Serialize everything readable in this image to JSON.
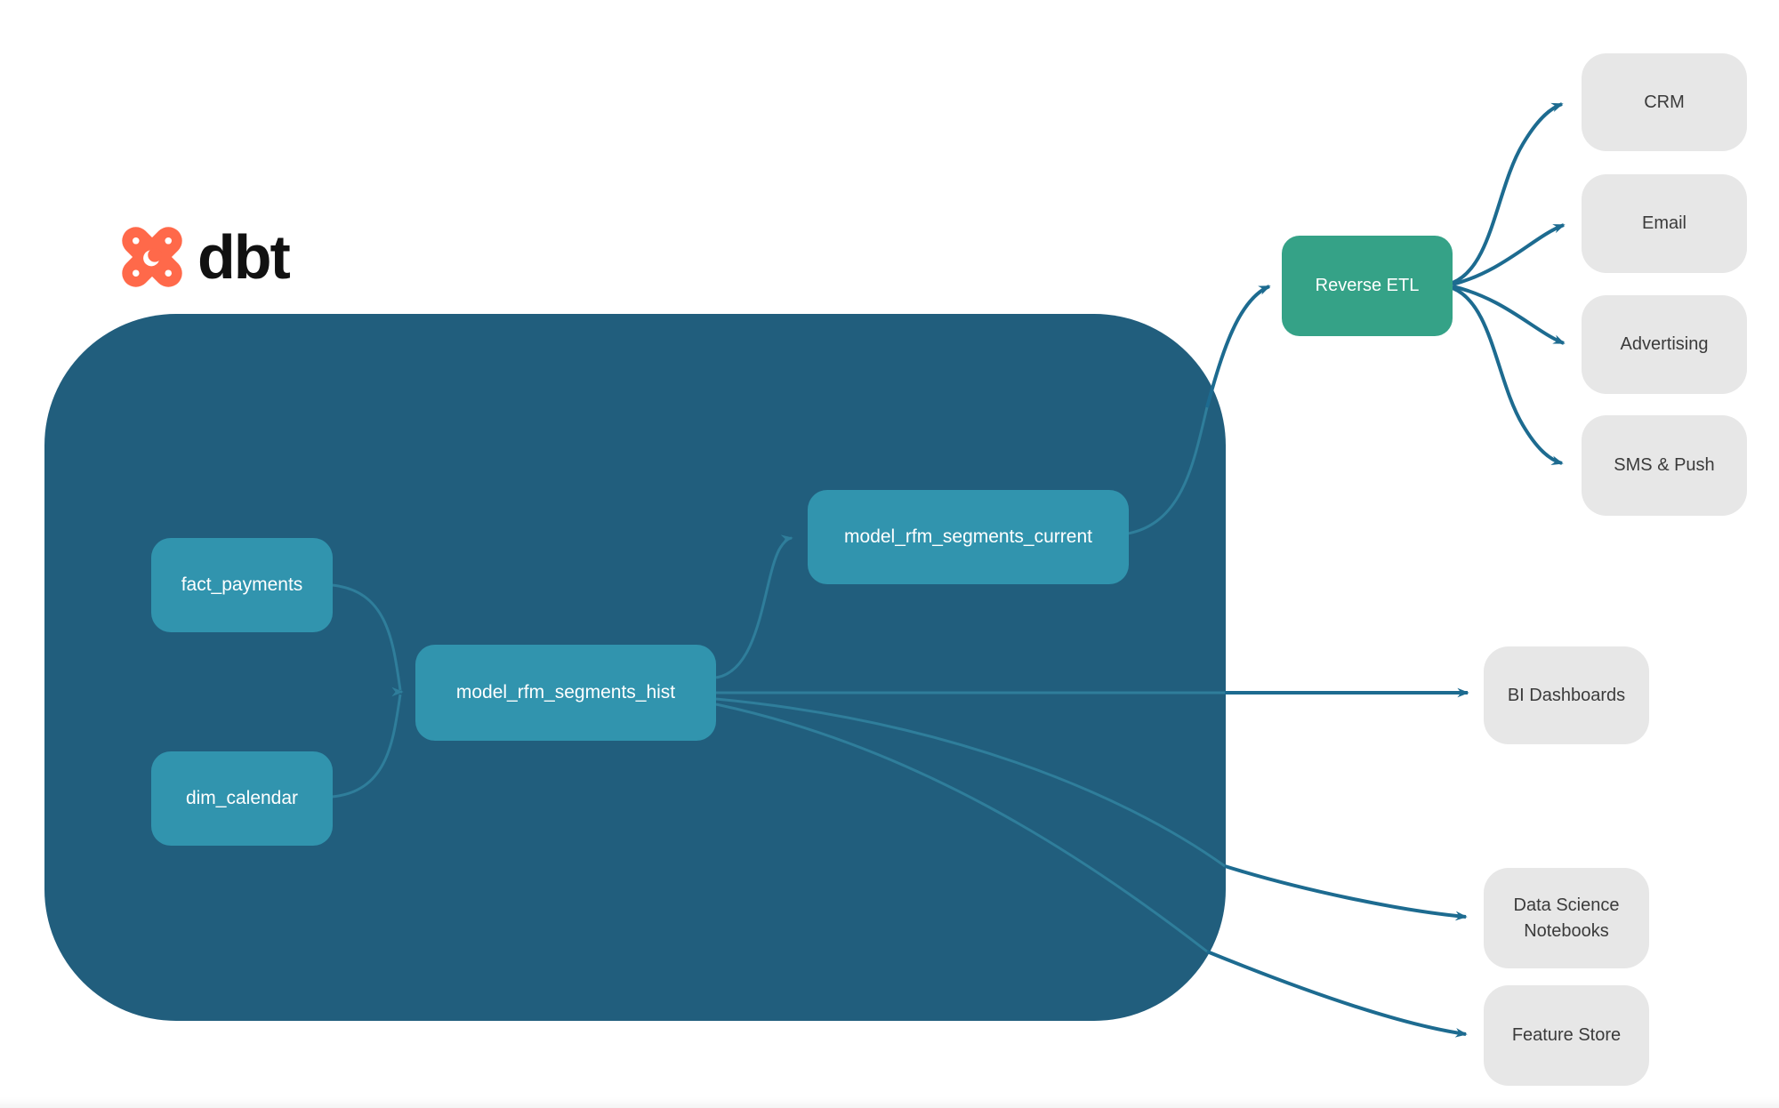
{
  "brand": {
    "name": "dbt"
  },
  "colors": {
    "warehouse_background": "#215e7d",
    "model_node": "#3194ae",
    "reverse_etl_node": "#35a287",
    "destination_node": "#e7e7e7",
    "arrow_outer": "#1d6b90",
    "arrow_inner": "#2f7e9b",
    "logo_orange": "#ff694a",
    "logo_text": "#111111"
  },
  "diagram": {
    "warehouse_nodes": [
      {
        "id": "fact_payments",
        "label": "fact_payments"
      },
      {
        "id": "dim_calendar",
        "label": "dim_calendar"
      },
      {
        "id": "model_rfm_segments_hist",
        "label": "model_rfm_segments_hist"
      },
      {
        "id": "model_rfm_segments_current",
        "label": "model_rfm_segments_current"
      }
    ],
    "reverse_etl": {
      "label": "Reverse ETL"
    },
    "destinations": [
      {
        "id": "crm",
        "label": "CRM"
      },
      {
        "id": "email",
        "label": "Email"
      },
      {
        "id": "advertising",
        "label": "Advertising"
      },
      {
        "id": "sms_push",
        "label": "SMS & Push"
      }
    ],
    "outputs": [
      {
        "id": "bi_dashboards",
        "label": "BI Dashboards"
      },
      {
        "id": "data_science_notebooks",
        "label": "Data Science Notebooks"
      },
      {
        "id": "feature_store",
        "label": "Feature Store"
      }
    ],
    "edges": [
      {
        "from": "fact_payments",
        "to": "model_rfm_segments_hist"
      },
      {
        "from": "dim_calendar",
        "to": "model_rfm_segments_hist"
      },
      {
        "from": "model_rfm_segments_hist",
        "to": "model_rfm_segments_current"
      },
      {
        "from": "model_rfm_segments_hist",
        "to": "bi_dashboards"
      },
      {
        "from": "model_rfm_segments_hist",
        "to": "data_science_notebooks"
      },
      {
        "from": "model_rfm_segments_hist",
        "to": "feature_store"
      },
      {
        "from": "model_rfm_segments_current",
        "to": "reverse_etl"
      },
      {
        "from": "reverse_etl",
        "to": "crm"
      },
      {
        "from": "reverse_etl",
        "to": "email"
      },
      {
        "from": "reverse_etl",
        "to": "advertising"
      },
      {
        "from": "reverse_etl",
        "to": "sms_push"
      }
    ]
  }
}
